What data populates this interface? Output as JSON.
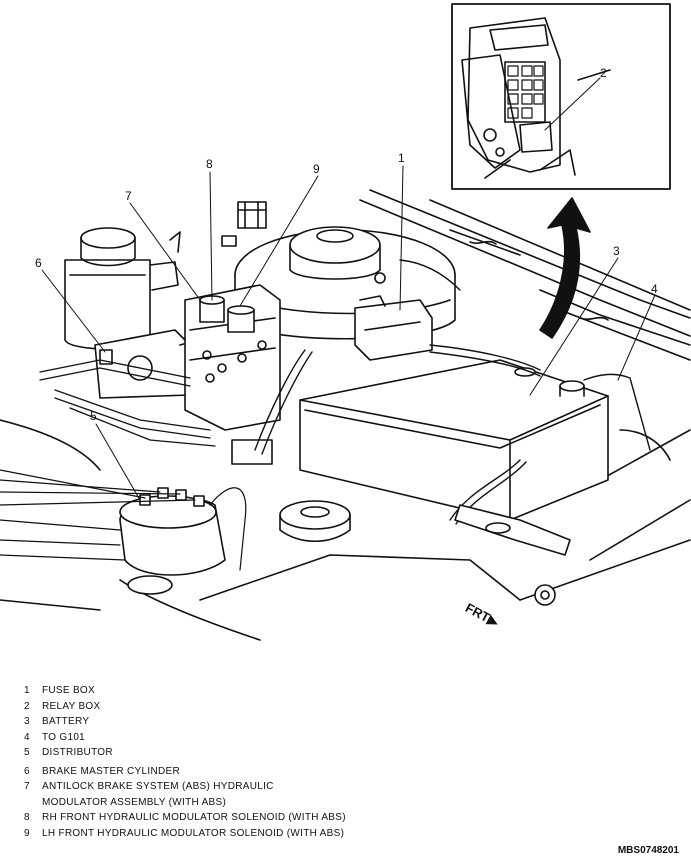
{
  "callouts": [
    {
      "num": "1"
    },
    {
      "num": "2"
    },
    {
      "num": "3"
    },
    {
      "num": "4"
    },
    {
      "num": "5"
    },
    {
      "num": "6"
    },
    {
      "num": "7"
    },
    {
      "num": "8"
    },
    {
      "num": "9"
    }
  ],
  "frt_label": "FRT",
  "legend": [
    {
      "num": "1",
      "text": "FUSE BOX"
    },
    {
      "num": "2",
      "text": "RELAY BOX"
    },
    {
      "num": "3",
      "text": "BATTERY"
    },
    {
      "num": "4",
      "text": "TO G101"
    },
    {
      "num": "5",
      "text": "DISTRIBUTOR"
    },
    {
      "num": "6",
      "text": "BRAKE MASTER CYLINDER"
    },
    {
      "num": "7",
      "text": "ANTILOCK BRAKE SYSTEM (ABS) HYDRAULIC",
      "text2": "MODULATOR ASSEMBLY (WITH ABS)"
    },
    {
      "num": "8",
      "text": "RH FRONT HYDRAULIC MODULATOR SOLENOID (WITH ABS)"
    },
    {
      "num": "9",
      "text": "LH FRONT HYDRAULIC MODULATOR SOLENOID (WITH ABS)"
    }
  ],
  "doc_id": "MBS0748201"
}
